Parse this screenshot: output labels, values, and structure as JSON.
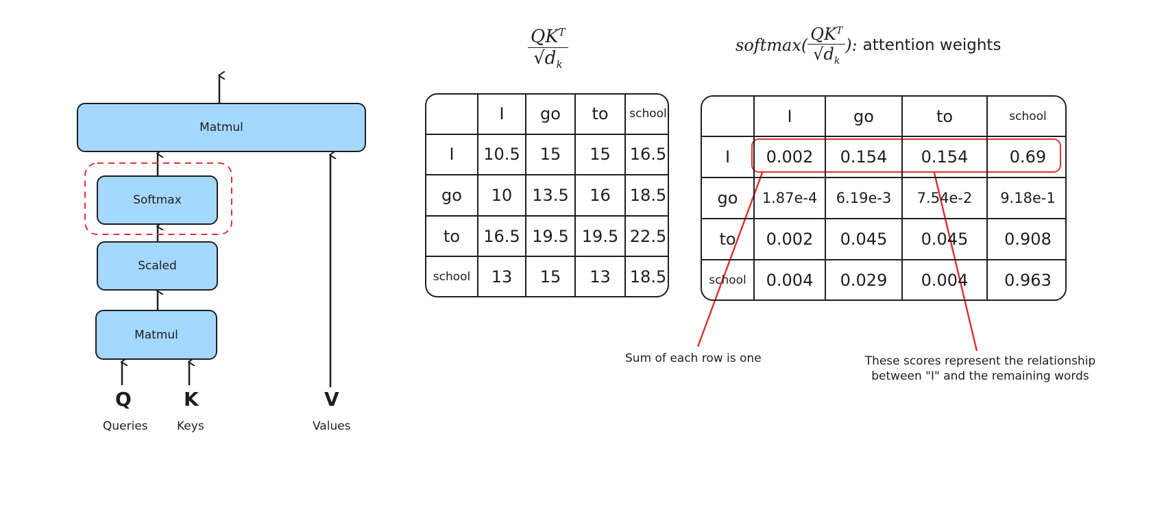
{
  "flow": {
    "matmul_top": "Matmul",
    "softmax": "Softmax",
    "scaled": "Scaled",
    "matmul_bottom": "Matmul",
    "q_letter": "Q",
    "k_letter": "K",
    "v_letter": "V",
    "q_label": "Queries",
    "k_label": "Keys",
    "v_label": "Values"
  },
  "table1": {
    "title_num": "QK",
    "title_sup": "T",
    "title_den": "√d",
    "title_sub": "k",
    "headers": [
      "",
      "I",
      "go",
      "to",
      "school"
    ],
    "rows": [
      [
        "I",
        "10.5",
        "15",
        "15",
        "16.5"
      ],
      [
        "go",
        "10",
        "13.5",
        "16",
        "18.5"
      ],
      [
        "to",
        "16.5",
        "19.5",
        "19.5",
        "22.5"
      ],
      [
        "school",
        "13",
        "15",
        "13",
        "18.5"
      ]
    ]
  },
  "table2": {
    "title_prefix": "softmax(",
    "title_num": "QK",
    "title_sup": "T",
    "title_den": "√d",
    "title_sub": "k",
    "title_suffix": "):",
    "title_text": "attention weights",
    "headers": [
      "",
      "I",
      "go",
      "to",
      "school"
    ],
    "rows": [
      [
        "I",
        "0.002",
        "0.154",
        "0.154",
        "0.69"
      ],
      [
        "go",
        "1.87e-4",
        "6.19e-3",
        "7.54e-2",
        "9.18e-1"
      ],
      [
        "to",
        "0.002",
        "0.045",
        "0.045",
        "0.908"
      ],
      [
        "school",
        "0.004",
        "0.029",
        "0.004",
        "0.963"
      ]
    ]
  },
  "annotations": {
    "row_sum": "Sum of each row is one",
    "scores_line1": "These scores represent the relationship",
    "scores_line2": "between \"I\" and the remaining words"
  },
  "colors": {
    "box_fill": "#a5d8ff",
    "highlight": "#e03131",
    "stroke": "#1e1e1e"
  }
}
